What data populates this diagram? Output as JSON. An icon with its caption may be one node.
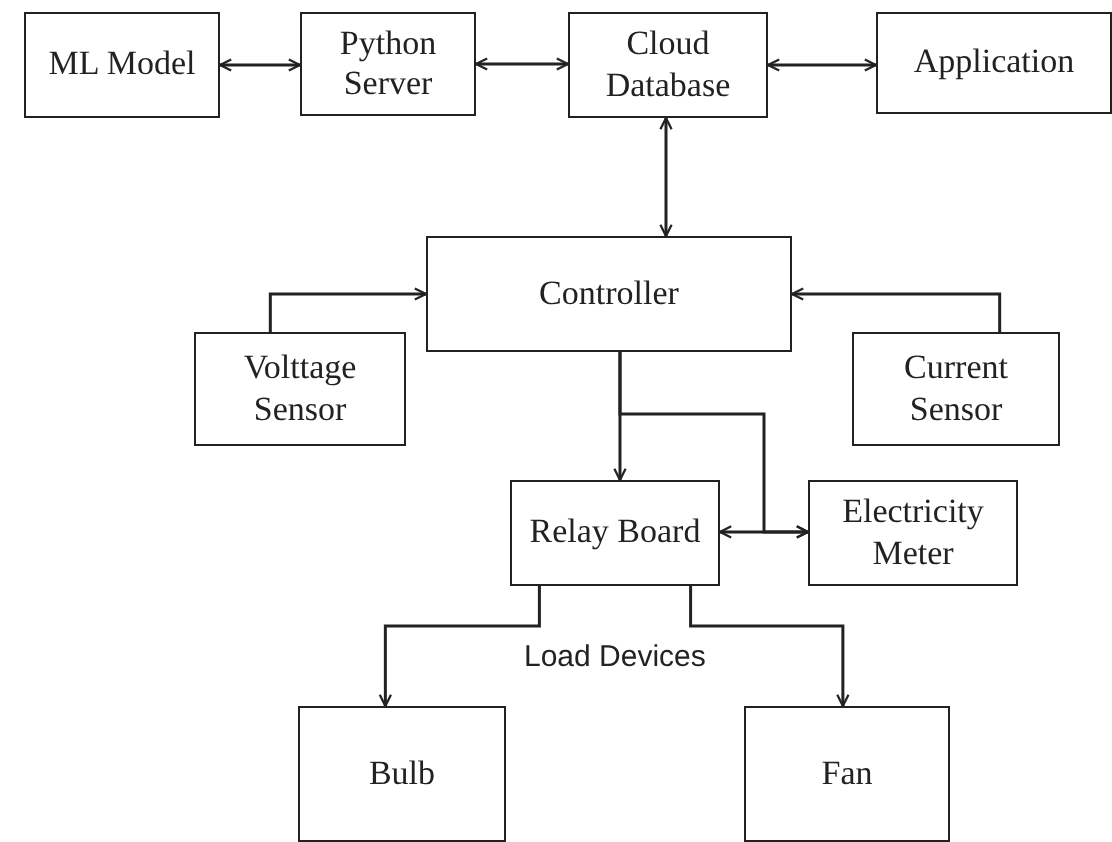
{
  "diagram": {
    "nodes": [
      {
        "text": [
          "ML Model"
        ]
      },
      {
        "text": [
          "Python Server"
        ]
      },
      {
        "text": [
          "Cloud Database"
        ]
      },
      {
        "text": [
          "Application"
        ]
      },
      {
        "text": [
          "Controller"
        ]
      },
      {
        "text": [
          "Volttage Sensor"
        ]
      },
      {
        "text": [
          "Current Sensor"
        ]
      },
      {
        "text": [
          "Relay Board"
        ]
      },
      {
        "text": [
          "Electricity Meter"
        ]
      },
      {
        "text": [
          "Bulb"
        ]
      },
      {
        "text": [
          "Fan"
        ]
      }
    ],
    "edges": [
      {
        "from": 0,
        "to": 1,
        "arrow": "both"
      },
      {
        "from": 1,
        "to": 2,
        "arrow": "both"
      },
      {
        "from": 2,
        "to": 3,
        "arrow": "both"
      },
      {
        "from": 2,
        "to": 4,
        "arrow": "both"
      },
      {
        "from": 5,
        "to": 4,
        "arrow": "to"
      },
      {
        "from": 6,
        "to": 4,
        "arrow": "to"
      },
      {
        "from": 4,
        "to": 7,
        "arrow": "to"
      },
      {
        "from": 4,
        "to": 8,
        "arrow": "to"
      },
      {
        "from": 7,
        "to": 8,
        "arrow": "both"
      },
      {
        "from": 7,
        "to": 9,
        "arrow": "to"
      },
      {
        "from": 7,
        "to": 10,
        "arrow": "to"
      }
    ],
    "labels": [
      "Load Devices"
    ]
  }
}
